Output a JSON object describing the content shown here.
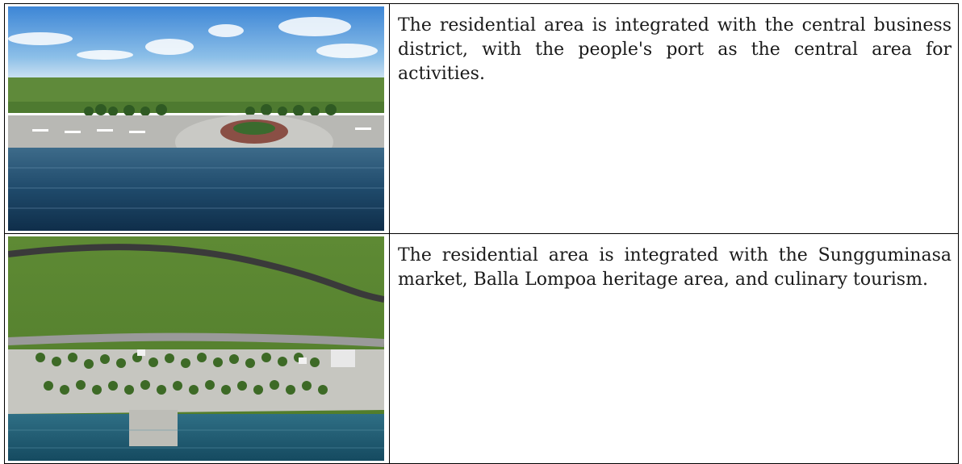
{
  "table": {
    "rows": [
      {
        "image_subject": "waterfront-port-plaza-render",
        "caption": "The residential area is integrated with the central business district, with the people's port as the central area for activities."
      },
      {
        "image_subject": "riverside-park-aerial-render",
        "caption": "The residential area is integrated with the Sungguminasa market, Balla Lompoa heritage area, and culinary tourism."
      }
    ]
  }
}
